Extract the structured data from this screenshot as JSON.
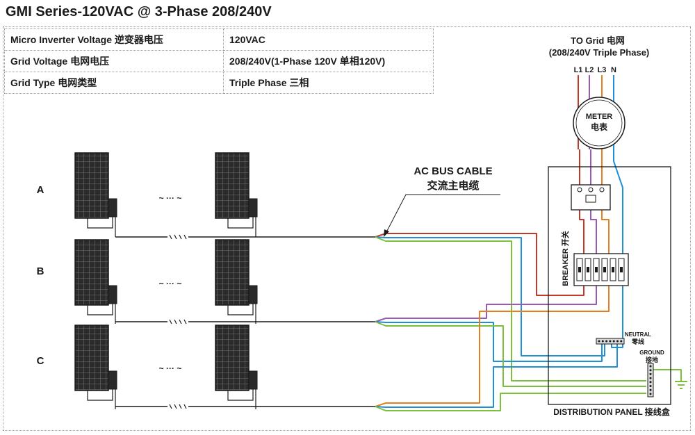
{
  "title": "GMI Series-120VAC @ 3-Phase 208/240V",
  "spec_table": [
    {
      "label": "Micro Inverter Voltage 逆变器电压",
      "value": "120VAC"
    },
    {
      "label": "Grid  Voltage 电网电压",
      "value": "208/240V(1-Phase 120V 单相120V)"
    },
    {
      "label": "Grid Type 电网类型",
      "value": "Triple Phase 三相"
    }
  ],
  "grid": {
    "title": "TO Grid 电网",
    "subtitle": "(208/240V Triple Phase)",
    "lines": [
      "L1",
      "L2",
      "L3",
      "N"
    ]
  },
  "meter": {
    "line1": "METER",
    "line2": "电表"
  },
  "cable": {
    "line1": "AC BUS CABLE",
    "line2": "交流主电缆"
  },
  "rows": [
    "A",
    "B",
    "C"
  ],
  "ellipsis": "~ ··· ~",
  "breaker_label": "BREAKER 开关",
  "neutral": {
    "line1": "NEUTRAL",
    "line2": "零线"
  },
  "ground": {
    "line1": "GROUND",
    "line2": "接地"
  },
  "panel_label": "DISTRIBUTION PANEL 接线盒",
  "colors": {
    "l1": "#c0392b",
    "l2": "#9b59b6",
    "l3": "#e67e22",
    "neutral": "#1f8fd6",
    "ground": "#7bbf3a",
    "solar_panel": "#3a3a3a"
  }
}
